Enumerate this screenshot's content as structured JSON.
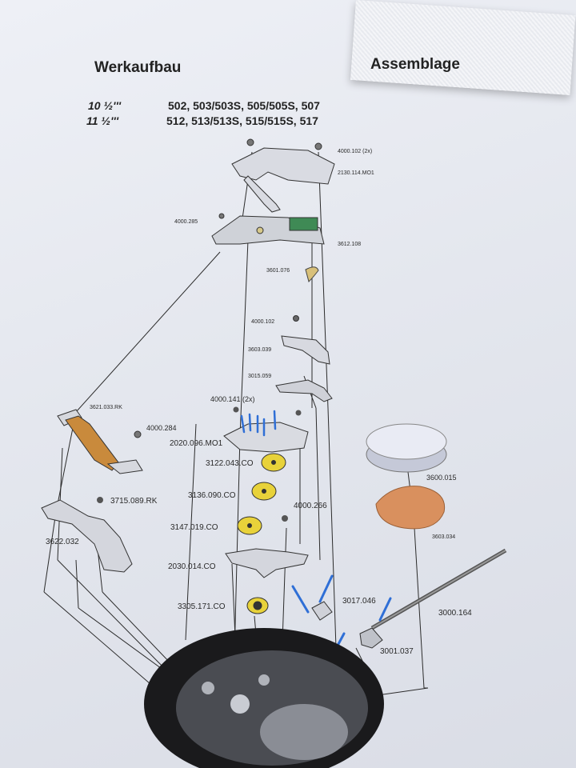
{
  "header": {
    "title_left": "Werkaufbau",
    "title_right": "Assemblage"
  },
  "calibers": [
    {
      "size": "10 ½'''",
      "models": "502, 503/503S, 505/505S, 507"
    },
    {
      "size": "11 ½'''",
      "models": "512, 513/513S, 515/515S, 517"
    }
  ],
  "parts": {
    "p_4000_102_2x": "4000.102 (2x)",
    "p_2130_114": "2130.114.MO1",
    "p_4000_285": "4000.285",
    "p_3612_108": "3612.108",
    "p_3601_076": "3601.076",
    "p_4000_102": "4000.102",
    "p_3603_039": "3603.039",
    "p_3015_059": "3015.059",
    "p_4000_141": "4000.141 (2x)",
    "p_3621_033": "3621.033.RK",
    "p_4000_284": "4000.284",
    "p_2020_096": "2020.096.MO1",
    "p_3122_043": "3122.043.CO",
    "p_3600_015": "3600.015",
    "p_3136_090": "3136.090.CO",
    "p_3715_089": "3715.089.RK",
    "p_4000_266": "4000.266",
    "p_3603_034": "3603.034",
    "p_3622_032": "3622.032",
    "p_3147_019": "3147.019.CO",
    "p_2030_014": "2030.014.CO",
    "p_3017_046": "3017.046",
    "p_3000_164": "3000.164",
    "p_3305_171": "3305.171.CO",
    "p_3001_037": "3001.037"
  },
  "colors": {
    "line": "#2b2b2b",
    "pin_blue": "#2f6fd6",
    "wheel_yellow": "#e8d23a",
    "battery_copper": "#d9905e",
    "spring_orange": "#c98a3c",
    "circuit_green": "#3f8a55"
  }
}
